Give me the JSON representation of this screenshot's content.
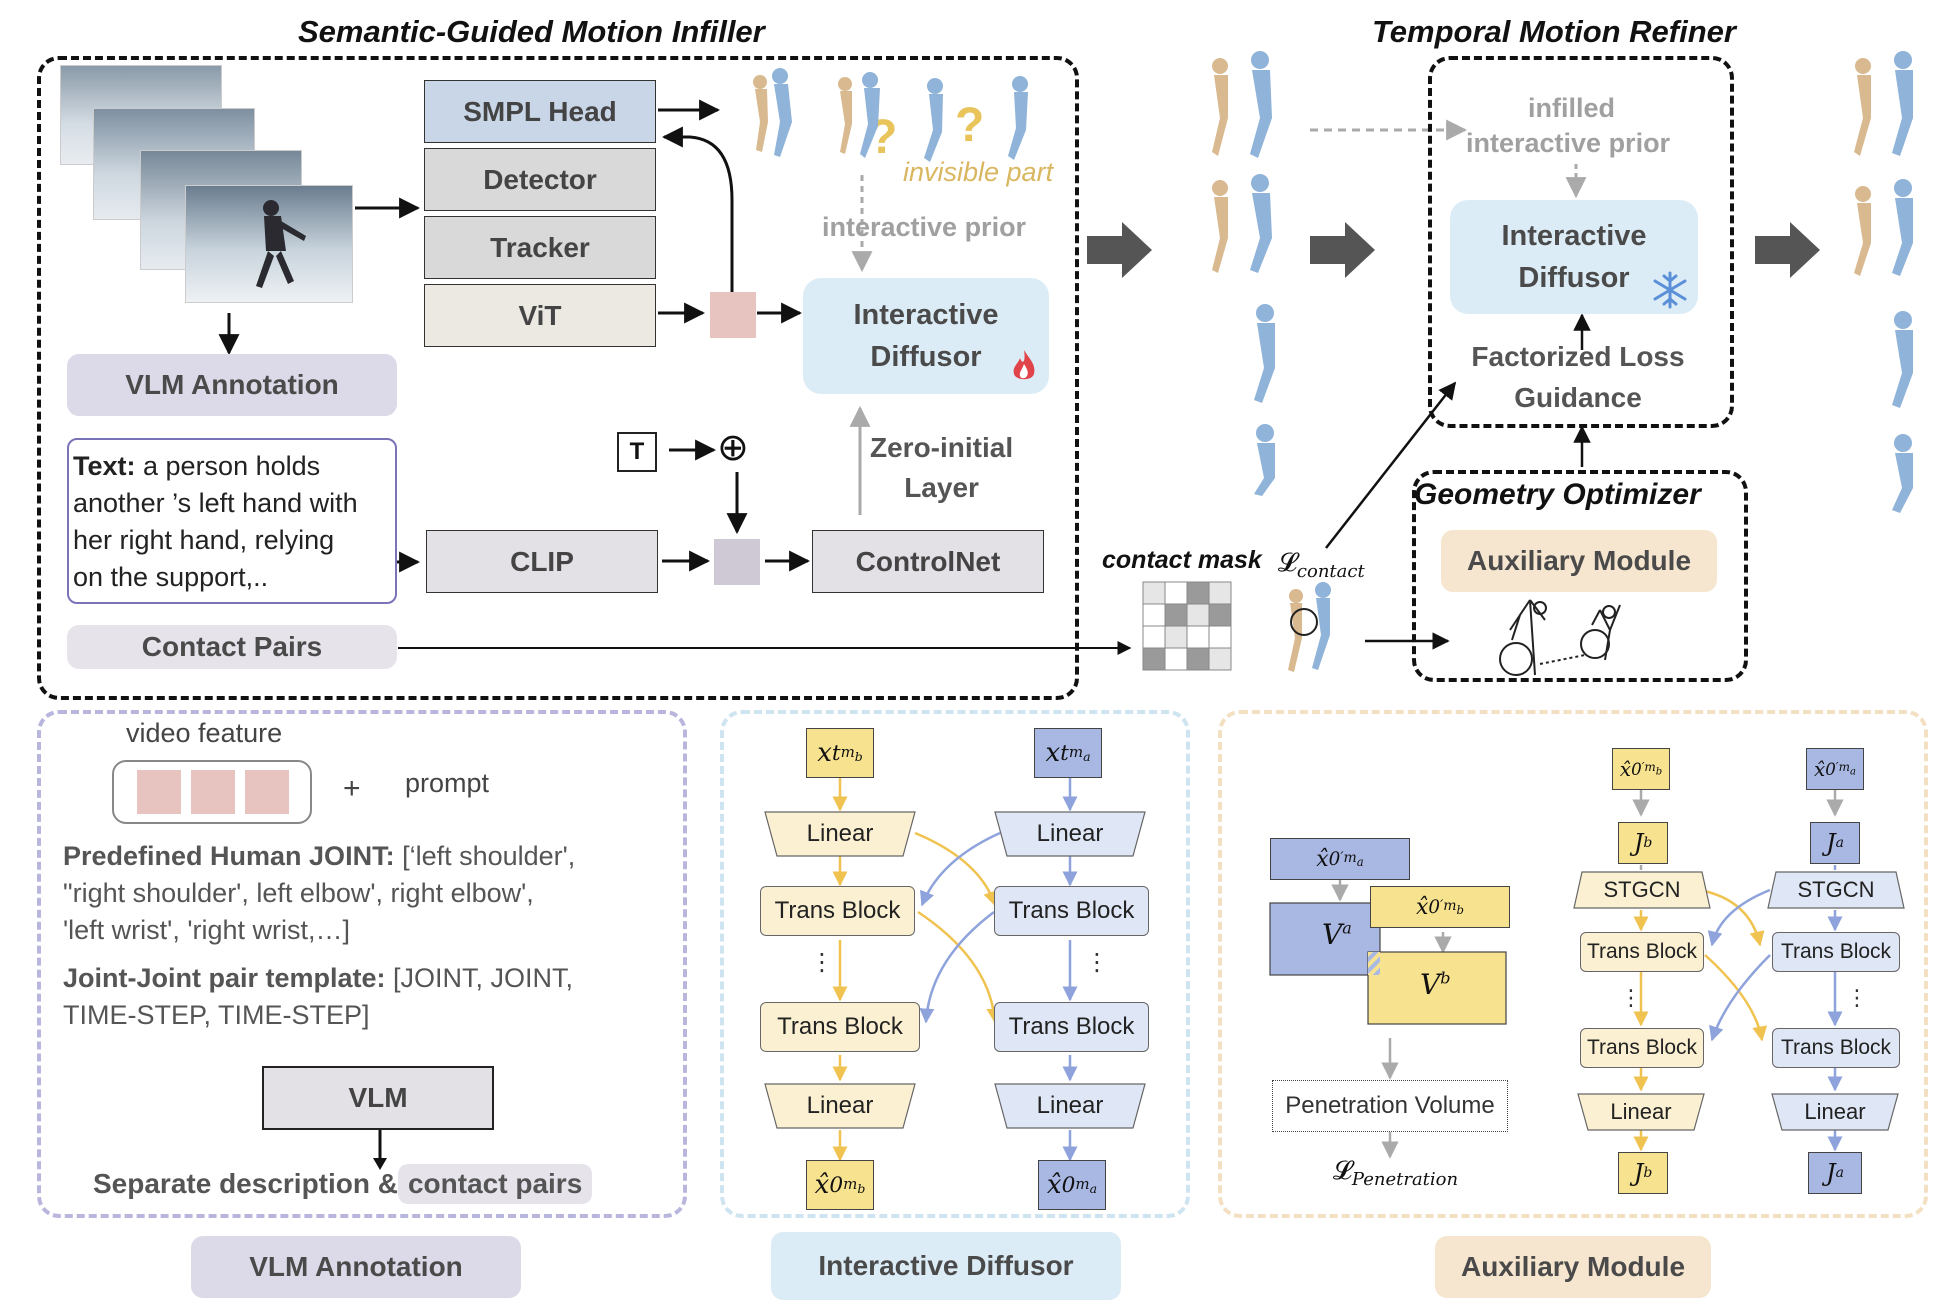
{
  "top": {
    "title_left": "Semantic-Guided Motion Infiller",
    "title_right": "Temporal Motion Refiner",
    "modules": {
      "smpl_head": "SMPL Head",
      "detector": "Detector",
      "tracker": "Tracker",
      "vit": "ViT",
      "clip": "CLIP",
      "controlnet": "ControlNet"
    },
    "vlm_annotation": "VLM Annotation",
    "text_label": "Text:",
    "text_lines": [
      " a person holds",
      "another ’s left hand with",
      "her right hand, relying",
      "on the support,.."
    ],
    "contact_pairs": "Contact Pairs",
    "interactive_diffusor": [
      "Interactive",
      "Diffusor"
    ],
    "interactive_prior": "interactive prior",
    "invisible_part": "invisible part",
    "t_symbol": "T",
    "plus_symbol": "⊕",
    "question_mark": "?",
    "zero_initial": [
      "Zero-initial",
      "Layer"
    ],
    "contact_mask": "contact mask",
    "l_contact_main": "𝓛",
    "l_contact_sub": "contact",
    "infilled_prior": [
      "infilled",
      "interactive prior"
    ],
    "factorized": [
      "Factorized Loss",
      "Guidance"
    ],
    "geometry_optimizer": "Geometry Optimizer",
    "auxiliary_module": "Auxiliary Module",
    "contact_mask_cells": [
      0,
      0,
      1,
      0,
      0,
      1,
      0,
      1,
      0,
      0,
      0,
      0,
      1,
      0,
      1,
      0
    ],
    "colors": {
      "fire": "#e0434a",
      "snow": "#5b8fd8",
      "question": "#e8c45a",
      "figure_blue": "#8fb3d9",
      "figure_tan": "#d9b98f"
    }
  },
  "vlm_panel": {
    "video_feature": "video feature",
    "plus": "+",
    "prompt": "prompt",
    "predefined_bold": "Predefined Human JOINT:",
    "predefined_rest": " [‘left shoulder',",
    "predefined_lines": [
      "\"right shoulder', left elbow', right elbow',",
      "'left wrist', 'right wrist,…]"
    ],
    "template_bold": "Joint-Joint pair template:",
    "template_rest": " [JOINT, JOINT,",
    "template_line2": "TIME-STEP, TIME-STEP]",
    "vlm": "VLM",
    "separate": "Separate description & ",
    "separate_pill": "contact pairs",
    "caption": "VLM Annotation"
  },
  "diffusor_panel": {
    "input_left": "x",
    "input_left_sub": "t",
    "input_left_sup": "m",
    "input_left_supsub": "b",
    "input_right_supsub": "a",
    "linear": "Linear",
    "trans_block": "Trans Block",
    "dots": "⋮",
    "output_base": "x̂",
    "output_sub": "0",
    "caption": "Interactive Diffusor"
  },
  "aux_panel": {
    "x0": "x̂",
    "zero": "0",
    "prime_m": "′m",
    "a": "a",
    "b": "b",
    "va": "V",
    "vb": "V",
    "penetration": "Penetration Volume",
    "l_pen_main": "𝓛",
    "l_pen_sub": "Penetration",
    "jb": "J",
    "ja": "J",
    "stgcn": "STGCN",
    "trans_block": "Trans Block",
    "linear": "Linear",
    "dots": "⋮",
    "caption": "Auxiliary Module"
  }
}
